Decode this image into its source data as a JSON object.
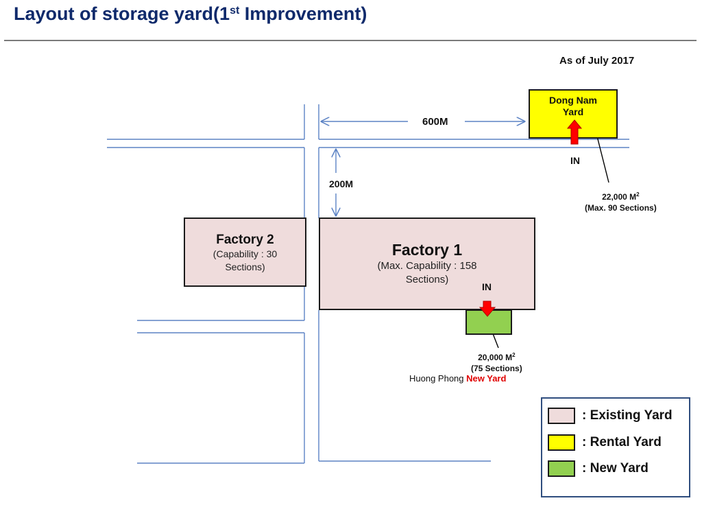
{
  "header": {
    "title": "Layout of storage yard(1",
    "title_sup": "st",
    "title_end": " Improvement)",
    "as_of": "As of July 2017"
  },
  "buildings": {
    "factory2": {
      "name": "Factory 2",
      "detail": "(Capability : 30 Sections)"
    },
    "factory1": {
      "name": "Factory 1",
      "detail": "(Max. Capability : 158 Sections)"
    },
    "dong_nam": {
      "name": "Dong Nam Yard"
    }
  },
  "measurements": {
    "horizontal": "600M",
    "vertical": "200M"
  },
  "entrances": {
    "dong_nam": "IN",
    "factory1": "IN"
  },
  "areas": {
    "dong_nam": {
      "size": "22,000 M",
      "unit_sup": "2",
      "sections": "(Max. 90 Sections)"
    },
    "huong_phong": {
      "size": "20,000 M",
      "unit_sup": "2",
      "sections": "(75 Sections)"
    }
  },
  "huong_phong": {
    "name": "Huong Phong",
    "tag": "New Yard"
  },
  "legend": {
    "items": [
      {
        "label": ": Existing Yard",
        "color": "#efdcdc"
      },
      {
        "label": ": Rental Yard",
        "color": "#ffff00"
      },
      {
        "label": ": New Yard",
        "color": "#92d050"
      }
    ]
  },
  "colors": {
    "road": "#5b82c4",
    "arrow_red": "#ff0000",
    "title": "#0f2a6b"
  }
}
